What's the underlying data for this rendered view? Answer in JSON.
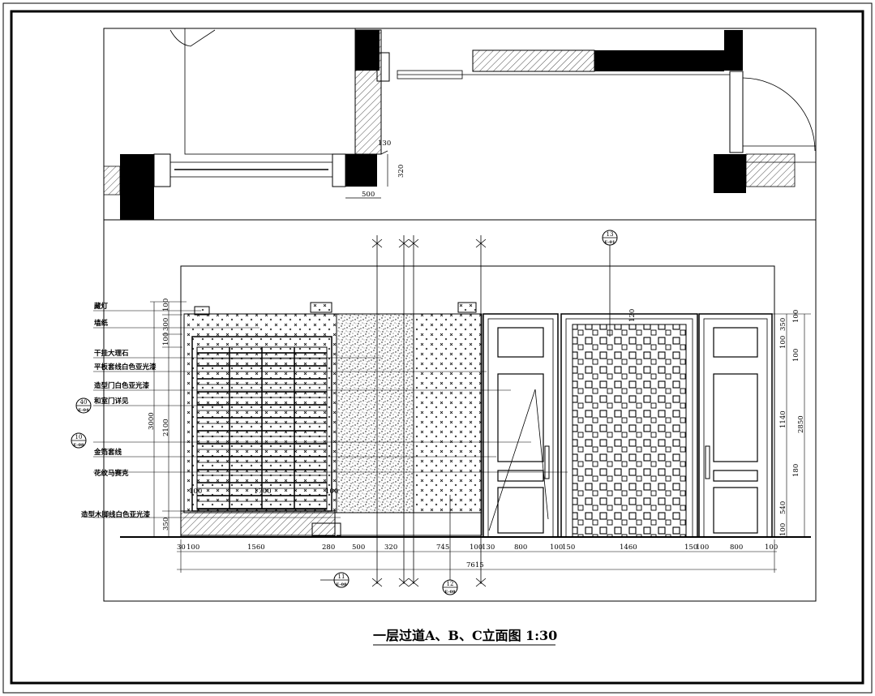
{
  "title": "一层过道A、B、C立面图",
  "scale": "1:30",
  "plan_dims": {
    "d130": "130",
    "d320": "320",
    "d500": "500"
  },
  "labels": [
    "藏灯",
    "墙纸",
    "干挂大理石",
    "平板套线白色亚光漆",
    "造型门白色亚光漆",
    "和室门详见",
    "金箔套线",
    "花纹马赛克",
    "造型木脚线白色亚光漆"
  ],
  "callouts": {
    "c40_top": "40",
    "c40_bot": "E-04",
    "c10_top": "10",
    "c10_bot": "E-08",
    "c11_top": "11",
    "c11_bot": "E-08",
    "c12_top": "12",
    "c12_bot": "E-08",
    "c13_top": "13",
    "c13_bot": "E-01"
  },
  "left_dims": [
    "100",
    "300",
    "100",
    "3000",
    "2100",
    "350"
  ],
  "inner_dims": [
    "100",
    "1700",
    "100"
  ],
  "right_dims": [
    "100",
    "350",
    "100",
    "100",
    "1140",
    "180",
    "540",
    "100",
    "2850",
    "120"
  ],
  "bottom_dims": [
    "30",
    "100",
    "1560",
    "280",
    "500",
    "320",
    "745",
    "100",
    "130",
    "800",
    "100",
    "150",
    "1460",
    "150",
    "100",
    "800",
    "100"
  ],
  "total_dim": "7615"
}
